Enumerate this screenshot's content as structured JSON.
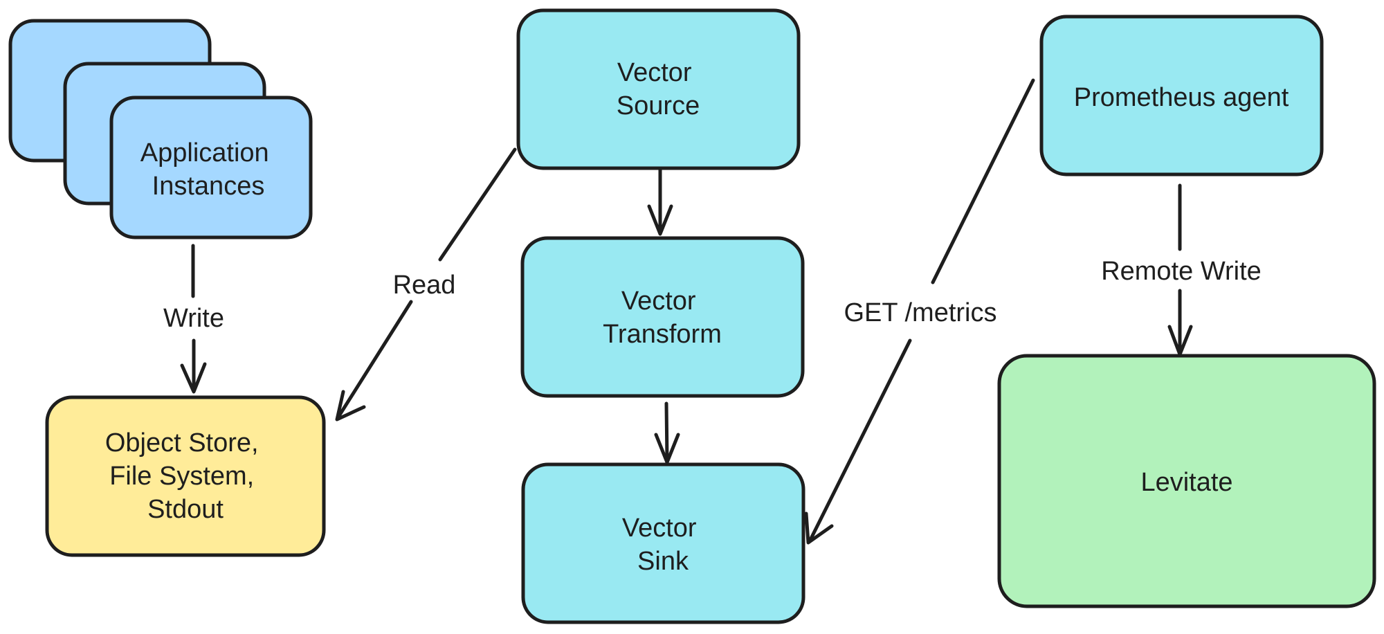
{
  "colors": {
    "app_fill": "#a5d8ff",
    "storage_fill": "#ffec99",
    "vector_fill": "#99e9f2",
    "levitate_fill": "#b2f2bb",
    "stroke": "#1e1e1e"
  },
  "nodes": {
    "app_instances": {
      "lines": [
        "Application",
        "Instances"
      ]
    },
    "storage": {
      "lines": [
        "Object Store,",
        "File System,",
        "Stdout"
      ]
    },
    "vector_source": {
      "lines": [
        "Vector",
        "Source"
      ]
    },
    "vector_transform": {
      "lines": [
        "Vector",
        "Transform"
      ]
    },
    "vector_sink": {
      "lines": [
        "Vector",
        "Sink"
      ]
    },
    "prometheus_agent": {
      "lines": [
        "Prometheus agent"
      ]
    },
    "levitate": {
      "lines": [
        "Levitate"
      ]
    }
  },
  "edges": {
    "write": "Write",
    "read": "Read",
    "get_metrics": "GET /metrics",
    "remote_write": "Remote Write"
  }
}
